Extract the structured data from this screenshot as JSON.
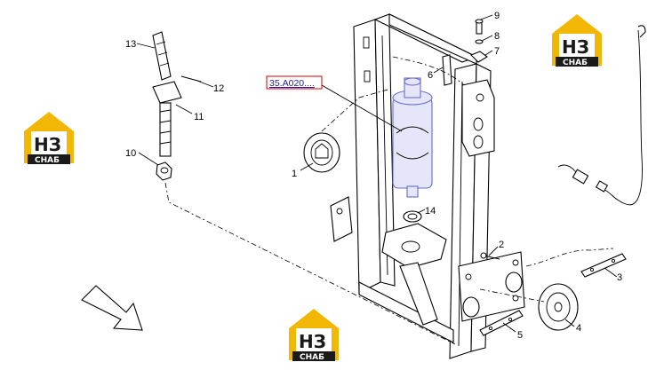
{
  "reference_label": "35.A020....",
  "callouts": [
    {
      "id": "13",
      "text": "13"
    },
    {
      "id": "12",
      "text": "12"
    },
    {
      "id": "11",
      "text": "11"
    },
    {
      "id": "10",
      "text": "10"
    },
    {
      "id": "1",
      "text": "1"
    },
    {
      "id": "6",
      "text": "6"
    },
    {
      "id": "9",
      "text": "9"
    },
    {
      "id": "8",
      "text": "8"
    },
    {
      "id": "7",
      "text": "7"
    },
    {
      "id": "14",
      "text": "14"
    },
    {
      "id": "2",
      "text": "2"
    },
    {
      "id": "3",
      "text": "3"
    },
    {
      "id": "4",
      "text": "4"
    },
    {
      "id": "5",
      "text": "5"
    }
  ],
  "watermark": {
    "letters": "НЗ",
    "caption": "СНАБ"
  },
  "colors": {
    "highlight_fill": "#e6e6fb",
    "highlight_stroke": "#6a6ad0",
    "logo_yellow": "#f2b705",
    "logo_dark": "#1a1a1a",
    "reference_box": "#d00000"
  }
}
